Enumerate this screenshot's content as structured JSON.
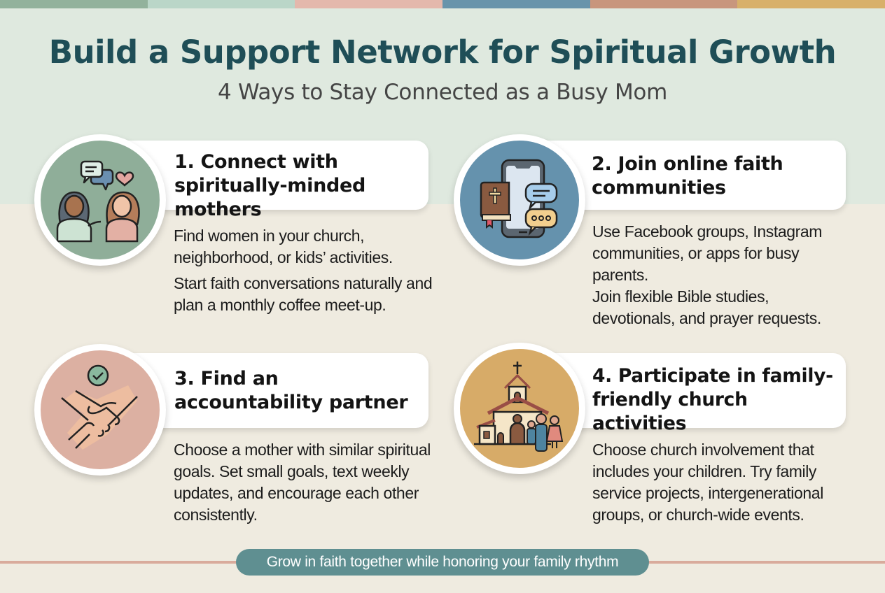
{
  "header": {
    "title": "Build a Support Network for Spiritual Growth",
    "subtitle": "4 Ways to Stay Connected as a Busy Mom"
  },
  "colors": {
    "stripes": [
      "#92b29c",
      "#bad6c8",
      "#e4b8ac",
      "#6894ab",
      "#c8967d",
      "#d8b06a"
    ],
    "title": "#1f4e57",
    "background_top": "#dfe9df",
    "background_bottom": "#efebe0",
    "pill": "#5f8f91",
    "divider": "#d9ab9c"
  },
  "sections": [
    {
      "number": "1",
      "title_line1": "1. Connect with",
      "title_line2": "spiritually-minded",
      "title_line3": "mothers",
      "icon": "two-women-chatting-icon",
      "circle_color": "#8fae99",
      "paragraphs": [
        "Find women in your church, neighborhood, or kids’ activities.",
        "Start faith conversations naturally and plan a monthly coffee meet-up."
      ]
    },
    {
      "number": "2",
      "title_line1": "2. Join online faith",
      "title_line2": "communities",
      "icon": "phone-bible-chat-icon",
      "circle_color": "#6592ad",
      "paragraphs": [
        "Use Facebook groups, Instagram communities, or apps for busy parents.",
        "Join flexible Bible studies, devotionals, and prayer requests."
      ]
    },
    {
      "number": "3",
      "title_line1": "3. Find an",
      "title_line2": "accountability partner",
      "icon": "handshake-check-icon",
      "circle_color": "#dcb0a2",
      "paragraphs": [
        "Choose a mother with similar spiritual goals. Set small goals, text weekly updates, and encourage each other consistently."
      ]
    },
    {
      "number": "4",
      "title_line1": "4. Participate in family-",
      "title_line2": "friendly church activities",
      "icon": "church-family-icon",
      "circle_color": "#d7ab68",
      "paragraphs": [
        "Choose church involvement that includes your children. Try family service projects, intergenerational groups, or church-wide events."
      ]
    }
  ],
  "footer": {
    "tagline": "Grow in faith together while honoring your family rhythm"
  }
}
